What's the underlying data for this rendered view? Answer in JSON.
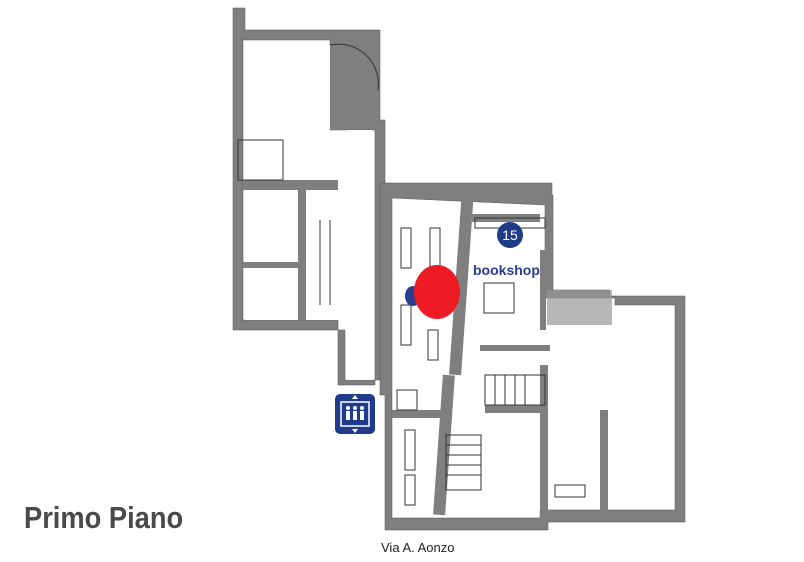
{
  "floor_title": "Primo Piano",
  "street_label": "Via A. Aonzo",
  "room_label": "bookshop",
  "room_number": "15",
  "icons": {
    "elevator": "elevator-icon",
    "location": "current-location-marker"
  },
  "colors": {
    "wall": "#7f7f7f",
    "accent_blue": "#1f3b8a",
    "marker_red": "#ed1c24"
  }
}
